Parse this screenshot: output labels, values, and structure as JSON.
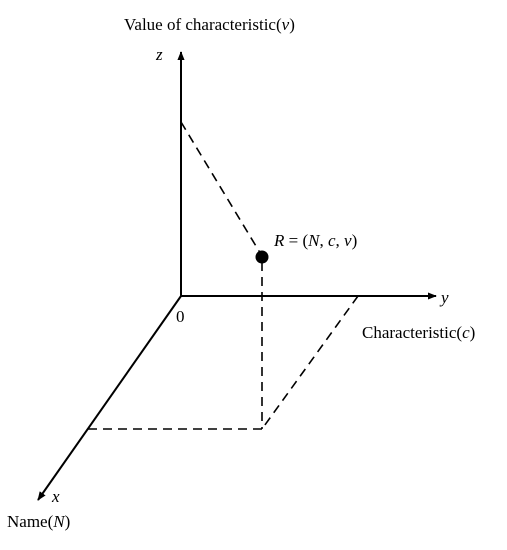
{
  "axes": {
    "z": {
      "letter": "z",
      "title": "Value of characteristic(",
      "title_var": "v",
      "title_close": ")"
    },
    "y": {
      "letter": "y",
      "title": "Characteristic(",
      "title_var": "c",
      "title_close": ")"
    },
    "x": {
      "letter": "x",
      "title": "Name(",
      "title_var": "N",
      "title_close": ")"
    },
    "origin": "0"
  },
  "point": {
    "name": "R",
    "eq": " = (",
    "n": "N",
    "sep1": ", ",
    "c": "c",
    "sep2": ", ",
    "v": "v",
    "close": ")"
  },
  "colors": {
    "line": "#000000",
    "background": "#ffffff"
  }
}
